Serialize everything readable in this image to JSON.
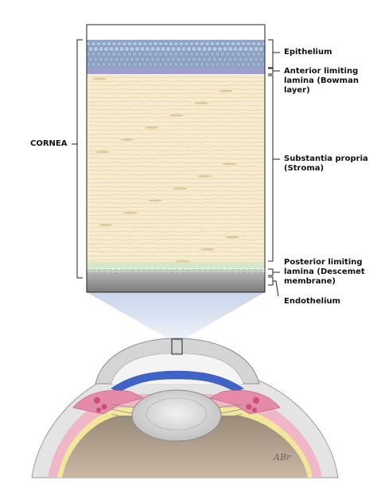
{
  "labels": {
    "cornea": "CORNEA",
    "epithelium": "Epithelium",
    "bowman": "Anterior limiting lamina (Bowman layer)",
    "stroma": "Substantia propria (Stroma)",
    "descemet": "Posterior limiting lamina (Descemet membrane)",
    "endothelium": "Endothelium"
  },
  "signature": "ABr",
  "colors": {
    "epithelium": "#8fa7c8",
    "bowman": "#9e9fcf",
    "stroma": "#f7ecd0",
    "stroma_fiber": "#e3d2a6",
    "descemet": "#d6e6c8",
    "endothelium": "#8c8c8c",
    "lens": "#d9d9d9",
    "iris_blue": "#3f63c8",
    "ciliary_pink": "#e58aa8",
    "sclera": "#e9e9e9"
  }
}
